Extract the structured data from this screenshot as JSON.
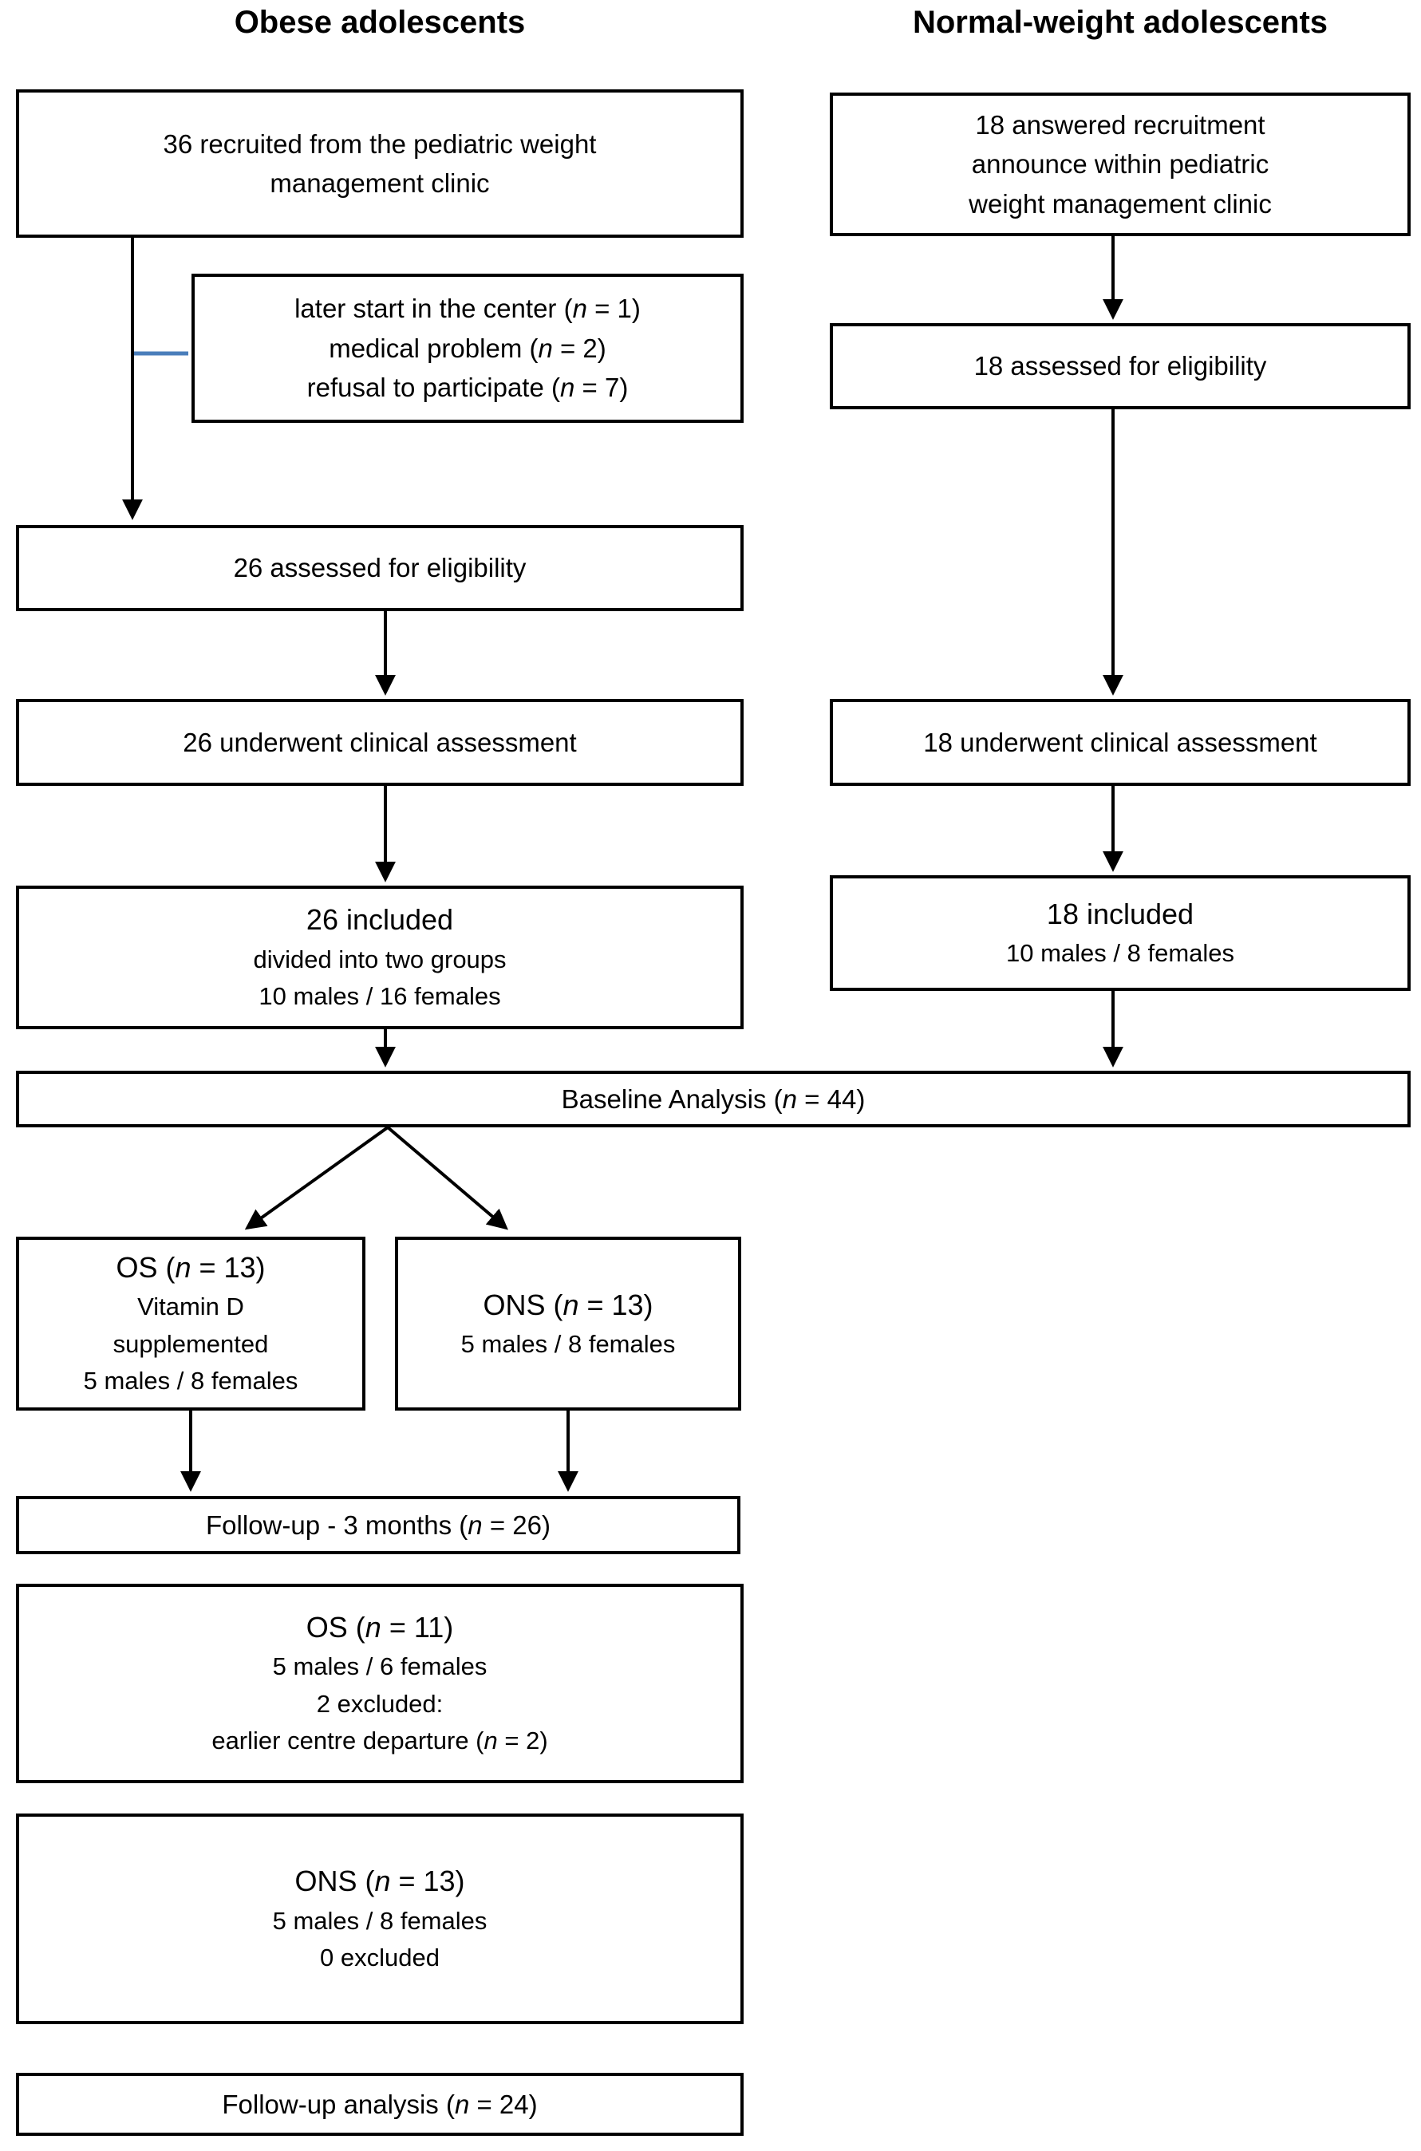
{
  "columns": {
    "left": {
      "title": "Obese adolescents"
    },
    "right": {
      "title": "Normal-weight adolescents"
    }
  },
  "boxes": {
    "recruited_obese": {
      "lines": [
        "36 recruited from the pediatric weight",
        "management clinic"
      ]
    },
    "exclusions": {
      "lines": [
        "later start in the center (n = 1)",
        "medical problem (n = 2)",
        "refusal to participate (n = 7)"
      ]
    },
    "assessed_obese": {
      "lines": [
        "26 assessed for eligibility"
      ]
    },
    "clinical_obese": {
      "lines": [
        "26 underwent clinical assessment"
      ]
    },
    "included_obese": {
      "lines": [
        "26 included",
        "divided into two groups",
        "10 males / 16 females"
      ]
    },
    "recruited_normal": {
      "lines": [
        "18 answered recruitment",
        "announce within pediatric",
        "weight management clinic"
      ]
    },
    "assessed_normal": {
      "lines": [
        "18 assessed for eligibility"
      ]
    },
    "clinical_normal": {
      "lines": [
        "18 underwent clinical assessment"
      ]
    },
    "included_normal": {
      "lines": [
        "18 included",
        "10 males / 8 females"
      ]
    },
    "baseline": {
      "lines": [
        "Baseline Analysis (n = 44)"
      ]
    },
    "os_group": {
      "lines": [
        "OS (n = 13)",
        "Vitamin D",
        "supplemented",
        "5 males / 8 females"
      ]
    },
    "ons_group": {
      "lines": [
        "ONS (n = 13)",
        "5 males / 8 females"
      ]
    },
    "followup_3months": {
      "lines": [
        "Follow-up - 3 months (n = 26)"
      ]
    },
    "os_followup": {
      "lines": [
        "OS (n = 11)",
        "5 males / 6 females",
        "2 excluded:",
        "earlier centre departure (n = 2)"
      ]
    },
    "ons_followup": {
      "lines": [
        "ONS (n = 13)",
        "5 males / 8 females",
        "0 excluded"
      ]
    },
    "followup_analysis": {
      "lines": [
        "Follow-up analysis (n = 24)"
      ]
    }
  },
  "colors": {
    "line_black": "#000000",
    "connector_blue": "#4a7ebb",
    "box_border": "#000000",
    "background": "#ffffff"
  }
}
